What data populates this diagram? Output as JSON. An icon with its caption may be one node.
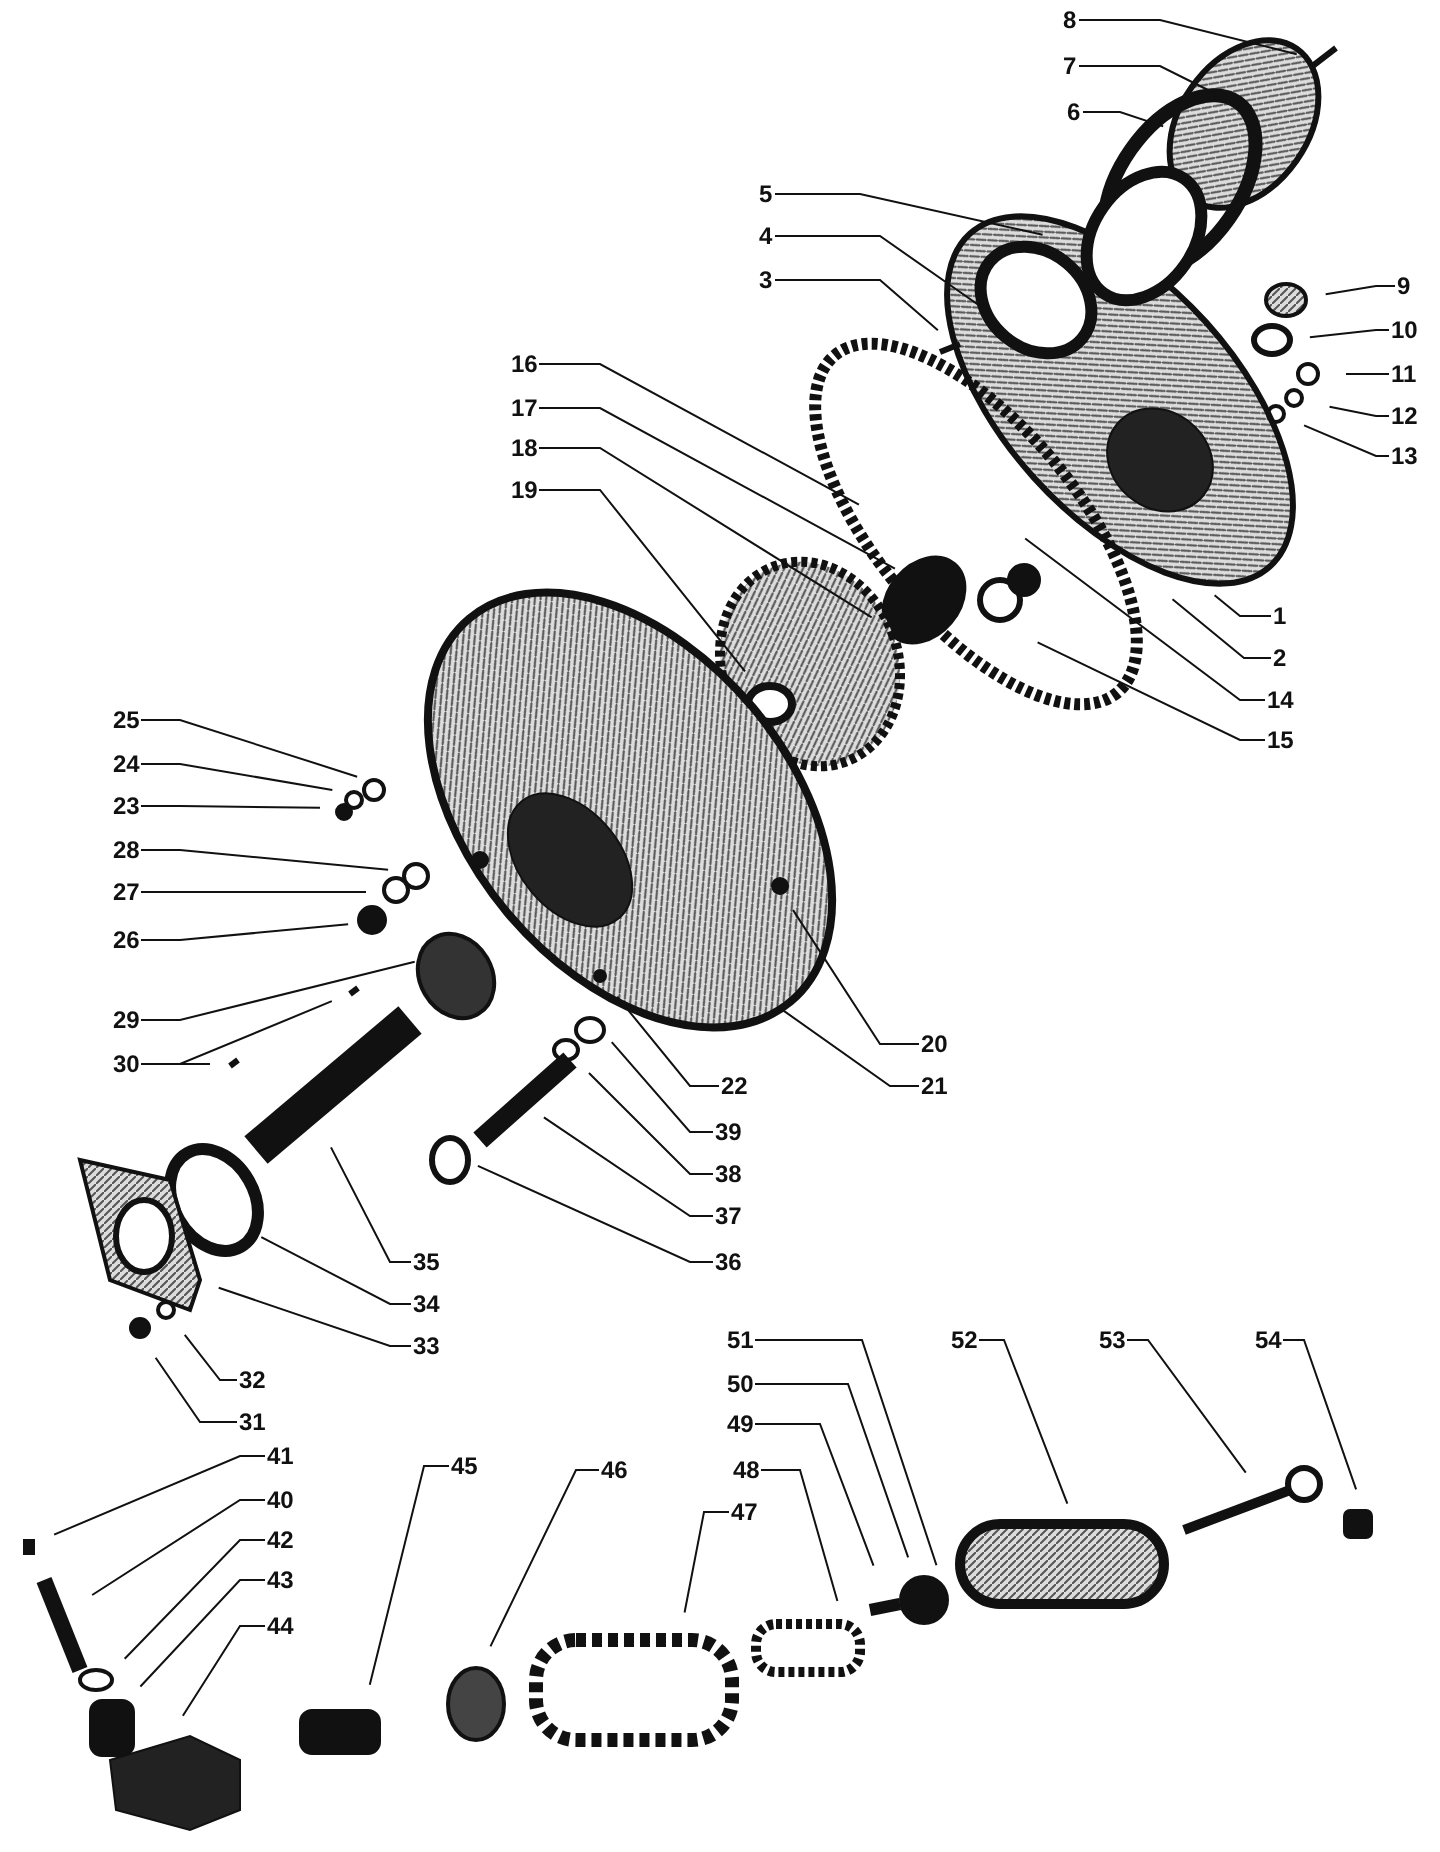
{
  "diagram": {
    "nodes": [
      {
        "text": [
          "1"
        ]
      },
      {
        "text": [
          "2"
        ]
      },
      {
        "text": [
          "3"
        ]
      },
      {
        "text": [
          "4"
        ]
      },
      {
        "text": [
          "5"
        ]
      },
      {
        "text": [
          "6"
        ]
      },
      {
        "text": [
          "7"
        ]
      },
      {
        "text": [
          "8"
        ]
      },
      {
        "text": [
          "9"
        ]
      },
      {
        "text": [
          "10"
        ]
      },
      {
        "text": [
          "11"
        ]
      },
      {
        "text": [
          "12"
        ]
      },
      {
        "text": [
          "13"
        ]
      },
      {
        "text": [
          "14"
        ]
      },
      {
        "text": [
          "15"
        ]
      },
      {
        "text": [
          "16"
        ]
      },
      {
        "text": [
          "17"
        ]
      },
      {
        "text": [
          "18"
        ]
      },
      {
        "text": [
          "19"
        ]
      },
      {
        "text": [
          "20"
        ]
      },
      {
        "text": [
          "21"
        ]
      },
      {
        "text": [
          "22"
        ]
      },
      {
        "text": [
          "23"
        ]
      },
      {
        "text": [
          "24"
        ]
      },
      {
        "text": [
          "25"
        ]
      },
      {
        "text": [
          "26"
        ]
      },
      {
        "text": [
          "27"
        ]
      },
      {
        "text": [
          "28"
        ]
      },
      {
        "text": [
          "29"
        ]
      },
      {
        "text": [
          "30"
        ]
      },
      {
        "text": [
          "31"
        ]
      },
      {
        "text": [
          "32"
        ]
      },
      {
        "text": [
          "33"
        ]
      },
      {
        "text": [
          "34"
        ]
      },
      {
        "text": [
          "35"
        ]
      },
      {
        "text": [
          "36"
        ]
      },
      {
        "text": [
          "37"
        ]
      },
      {
        "text": [
          "38"
        ]
      },
      {
        "text": [
          "39"
        ]
      },
      {
        "text": [
          "40"
        ]
      },
      {
        "text": [
          "41"
        ]
      },
      {
        "text": [
          "42"
        ]
      },
      {
        "text": [
          "43"
        ]
      },
      {
        "text": [
          "44"
        ]
      },
      {
        "text": [
          "45"
        ]
      },
      {
        "text": [
          "46"
        ]
      },
      {
        "text": [
          "47"
        ]
      },
      {
        "text": [
          "48"
        ]
      },
      {
        "text": [
          "49"
        ]
      },
      {
        "text": [
          "50"
        ]
      },
      {
        "text": [
          "51"
        ]
      },
      {
        "text": [
          "52"
        ]
      },
      {
        "text": [
          "53"
        ]
      },
      {
        "text": [
          "54"
        ]
      }
    ],
    "edges": [
      {
        "from": 0,
        "to": null,
        "arrow": "none"
      },
      {
        "from": 1,
        "to": null,
        "arrow": "none"
      },
      {
        "from": 2,
        "to": null,
        "arrow": "none"
      },
      {
        "from": 3,
        "to": null,
        "arrow": "none"
      },
      {
        "from": 4,
        "to": null,
        "arrow": "none"
      },
      {
        "from": 5,
        "to": null,
        "arrow": "none"
      },
      {
        "from": 6,
        "to": null,
        "arrow": "none"
      },
      {
        "from": 7,
        "to": null,
        "arrow": "none"
      },
      {
        "from": 8,
        "to": null,
        "arrow": "none"
      },
      {
        "from": 9,
        "to": null,
        "arrow": "none"
      },
      {
        "from": 10,
        "to": null,
        "arrow": "none"
      },
      {
        "from": 11,
        "to": null,
        "arrow": "none"
      },
      {
        "from": 12,
        "to": null,
        "arrow": "none"
      },
      {
        "from": 13,
        "to": null,
        "arrow": "none"
      },
      {
        "from": 14,
        "to": null,
        "arrow": "none"
      },
      {
        "from": 15,
        "to": null,
        "arrow": "none"
      },
      {
        "from": 16,
        "to": null,
        "arrow": "none"
      },
      {
        "from": 17,
        "to": null,
        "arrow": "none"
      },
      {
        "from": 18,
        "to": null,
        "arrow": "none"
      },
      {
        "from": 19,
        "to": null,
        "arrow": "none"
      },
      {
        "from": 20,
        "to": null,
        "arrow": "none"
      },
      {
        "from": 21,
        "to": null,
        "arrow": "none"
      },
      {
        "from": 22,
        "to": null,
        "arrow": "none"
      },
      {
        "from": 23,
        "to": null,
        "arrow": "none"
      },
      {
        "from": 24,
        "to": null,
        "arrow": "none"
      },
      {
        "from": 25,
        "to": null,
        "arrow": "none"
      },
      {
        "from": 26,
        "to": null,
        "arrow": "none"
      },
      {
        "from": 27,
        "to": null,
        "arrow": "none"
      },
      {
        "from": 28,
        "to": null,
        "arrow": "none"
      },
      {
        "from": 29,
        "to": null,
        "arrow": "none"
      },
      {
        "from": 29,
        "to": null,
        "arrow": "none"
      },
      {
        "from": 30,
        "to": null,
        "arrow": "none"
      },
      {
        "from": 31,
        "to": null,
        "arrow": "none"
      },
      {
        "from": 32,
        "to": null,
        "arrow": "none"
      },
      {
        "from": 33,
        "to": null,
        "arrow": "none"
      },
      {
        "from": 34,
        "to": null,
        "arrow": "none"
      },
      {
        "from": 35,
        "to": null,
        "arrow": "none"
      },
      {
        "from": 36,
        "to": null,
        "arrow": "none"
      },
      {
        "from": 37,
        "to": null,
        "arrow": "none"
      },
      {
        "from": 38,
        "to": null,
        "arrow": "none"
      },
      {
        "from": 39,
        "to": null,
        "arrow": "none"
      },
      {
        "from": 40,
        "to": null,
        "arrow": "none"
      },
      {
        "from": 41,
        "to": null,
        "arrow": "none"
      },
      {
        "from": 42,
        "to": null,
        "arrow": "none"
      },
      {
        "from": 43,
        "to": null,
        "arrow": "none"
      },
      {
        "from": 44,
        "to": null,
        "arrow": "none"
      },
      {
        "from": 45,
        "to": null,
        "arrow": "none"
      },
      {
        "from": 46,
        "to": null,
        "arrow": "none"
      },
      {
        "from": 47,
        "to": null,
        "arrow": "none"
      },
      {
        "from": 48,
        "to": null,
        "arrow": "none"
      },
      {
        "from": 49,
        "to": null,
        "arrow": "none"
      },
      {
        "from": 50,
        "to": null,
        "arrow": "none"
      },
      {
        "from": 51,
        "to": null,
        "arrow": "none"
      },
      {
        "from": 52,
        "to": null,
        "arrow": "none"
      },
      {
        "from": 53,
        "to": null,
        "arrow": "none"
      }
    ]
  }
}
